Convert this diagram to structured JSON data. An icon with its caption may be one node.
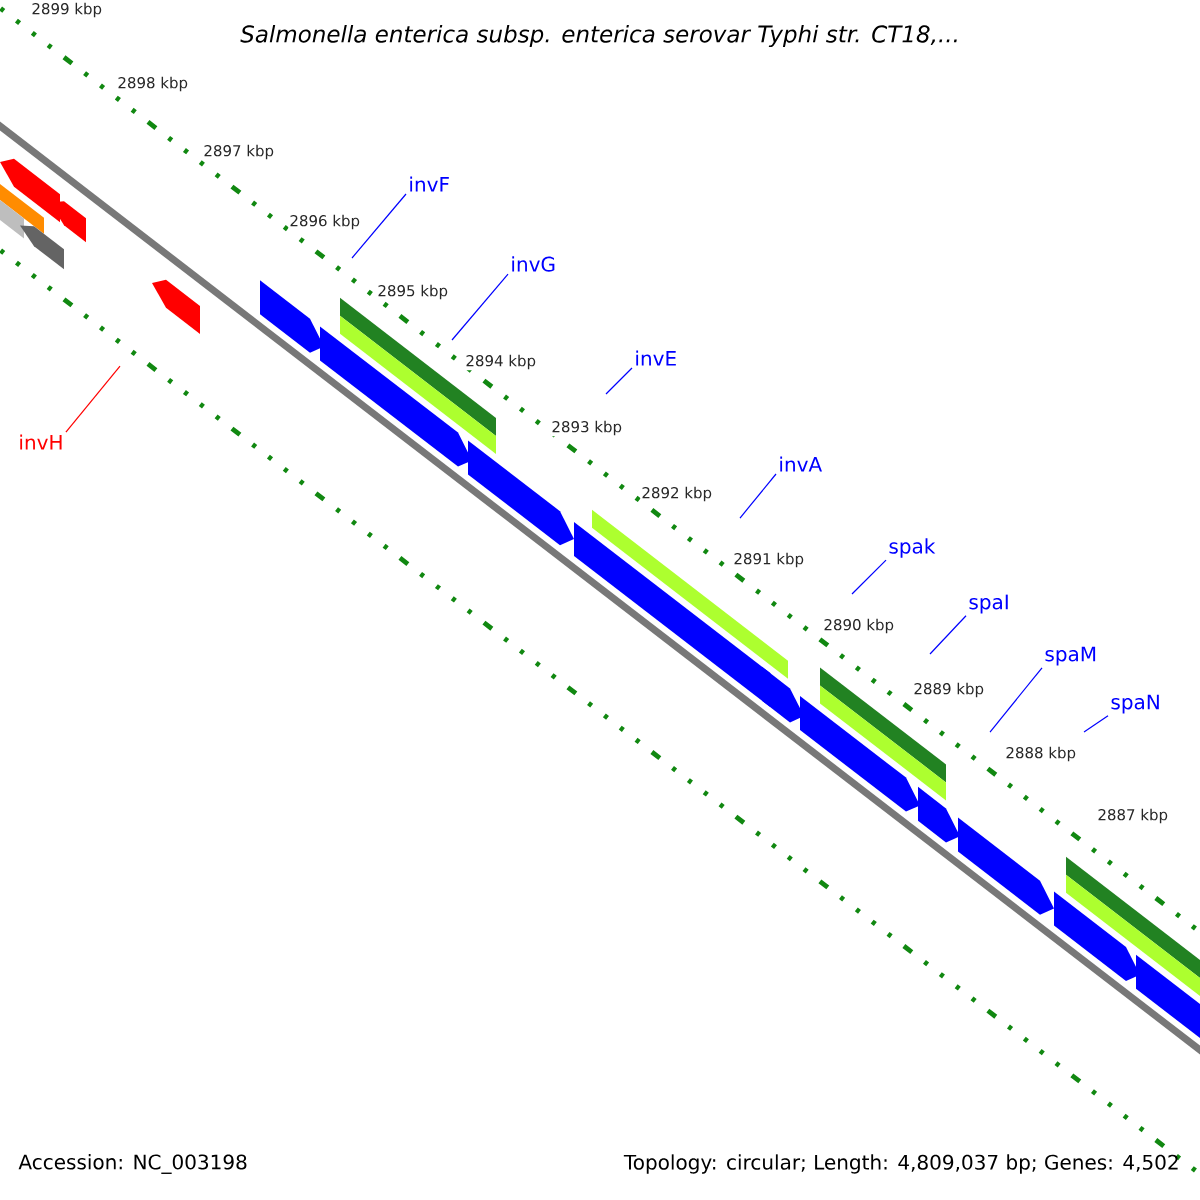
{
  "diagram": {
    "title": "Salmonella enterica subsp. enterica serovar Typhi str. CT18,...",
    "nodes": [
      {
        "text": [
          "invF"
        ]
      },
      {
        "text": [
          "invG"
        ]
      },
      {
        "text": [
          "invE"
        ]
      },
      {
        "text": [
          "invH"
        ]
      },
      {
        "text": [
          "invA"
        ]
      },
      {
        "text": [
          "spak"
        ]
      },
      {
        "text": [
          "spaI"
        ]
      },
      {
        "text": [
          "spaM"
        ]
      },
      {
        "text": [
          "spaN"
        ]
      }
    ],
    "edges": [
      {
        "from": 0,
        "to": null,
        "arrow": "none"
      },
      {
        "from": 1,
        "to": null,
        "arrow": "none"
      },
      {
        "from": 2,
        "to": null,
        "arrow": "none"
      },
      {
        "from": 3,
        "to": null,
        "arrow": "none",
        "color": "#ff0000"
      },
      {
        "from": 4,
        "to": null,
        "arrow": "none"
      },
      {
        "from": 5,
        "to": null,
        "arrow": "none"
      },
      {
        "from": 6,
        "to": null,
        "arrow": "none"
      },
      {
        "from": 7,
        "to": null,
        "arrow": "none"
      },
      {
        "from": 8,
        "to": null,
        "arrow": "none"
      }
    ],
    "labels": [
      "2899 kbp",
      "2898 kbp",
      "2897 kbp",
      "2896 kbp",
      "2895 kbp",
      "2894 kbp",
      "2893 kbp",
      "2892 kbp",
      "2891 kbp",
      "2890 kbp",
      "2889 kbp",
      "2888 kbp",
      "2887 kbp",
      "Accession: NC_003198",
      "Topology: circular; Length: 4,809,037 bp; Genes: 4,502"
    ]
  }
}
